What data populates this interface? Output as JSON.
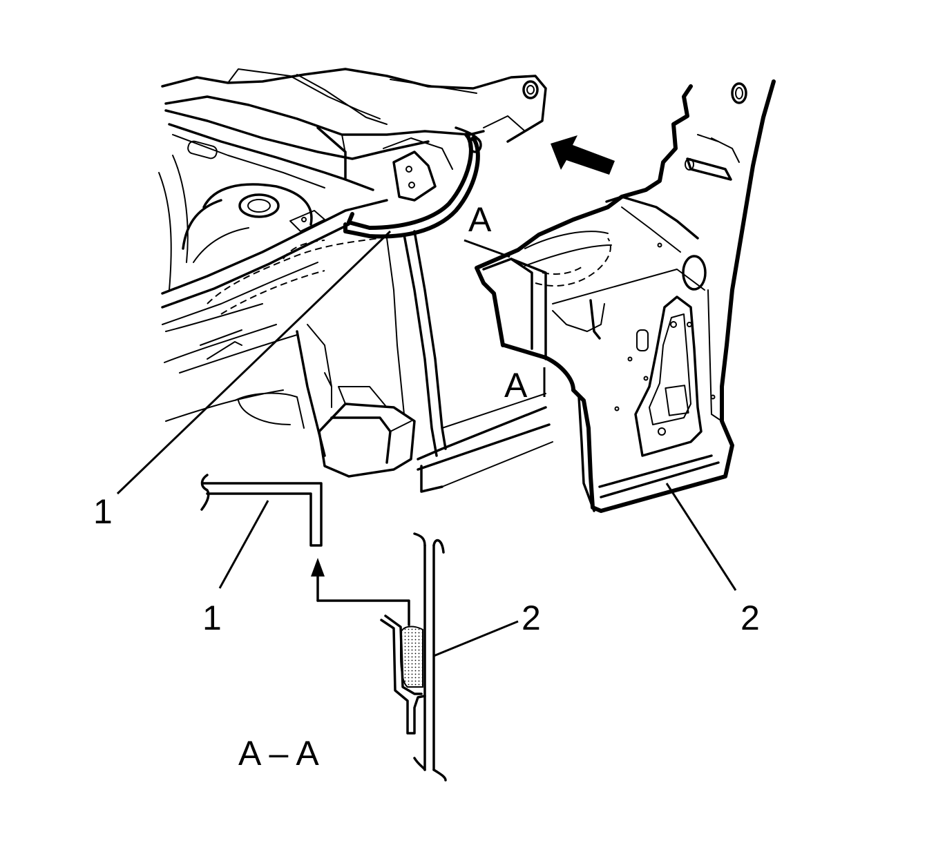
{
  "labels": {
    "section_top": "A",
    "section_bottom": "A",
    "callout_1_main": "1",
    "callout_1_section": "1",
    "callout_2_section": "2",
    "callout_2_main": "2",
    "section_title": "A – A"
  },
  "icons": [
    "direction-arrow-icon"
  ],
  "colors": {
    "line": "#000000",
    "background": "#ffffff"
  }
}
